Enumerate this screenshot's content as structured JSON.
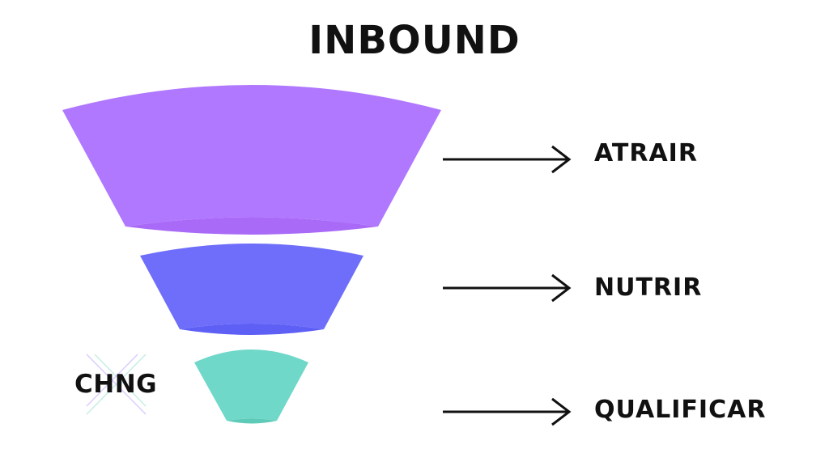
{
  "title": "INBOUND",
  "logo": {
    "text": "CHNG"
  },
  "stages": [
    {
      "label": "ATRAIR",
      "color": "#b077ff",
      "shade": "#a96bf7"
    },
    {
      "label": "NUTRIR",
      "color": "#6e6efa",
      "shade": "#5e5ff5"
    },
    {
      "label": "QUALIFICAR",
      "color": "#6fd8c9",
      "shade": "#5ecbb8"
    }
  ],
  "arrow_color": "#111111",
  "logo_mark_colors": [
    "#d8ccff",
    "#c4ede5"
  ]
}
